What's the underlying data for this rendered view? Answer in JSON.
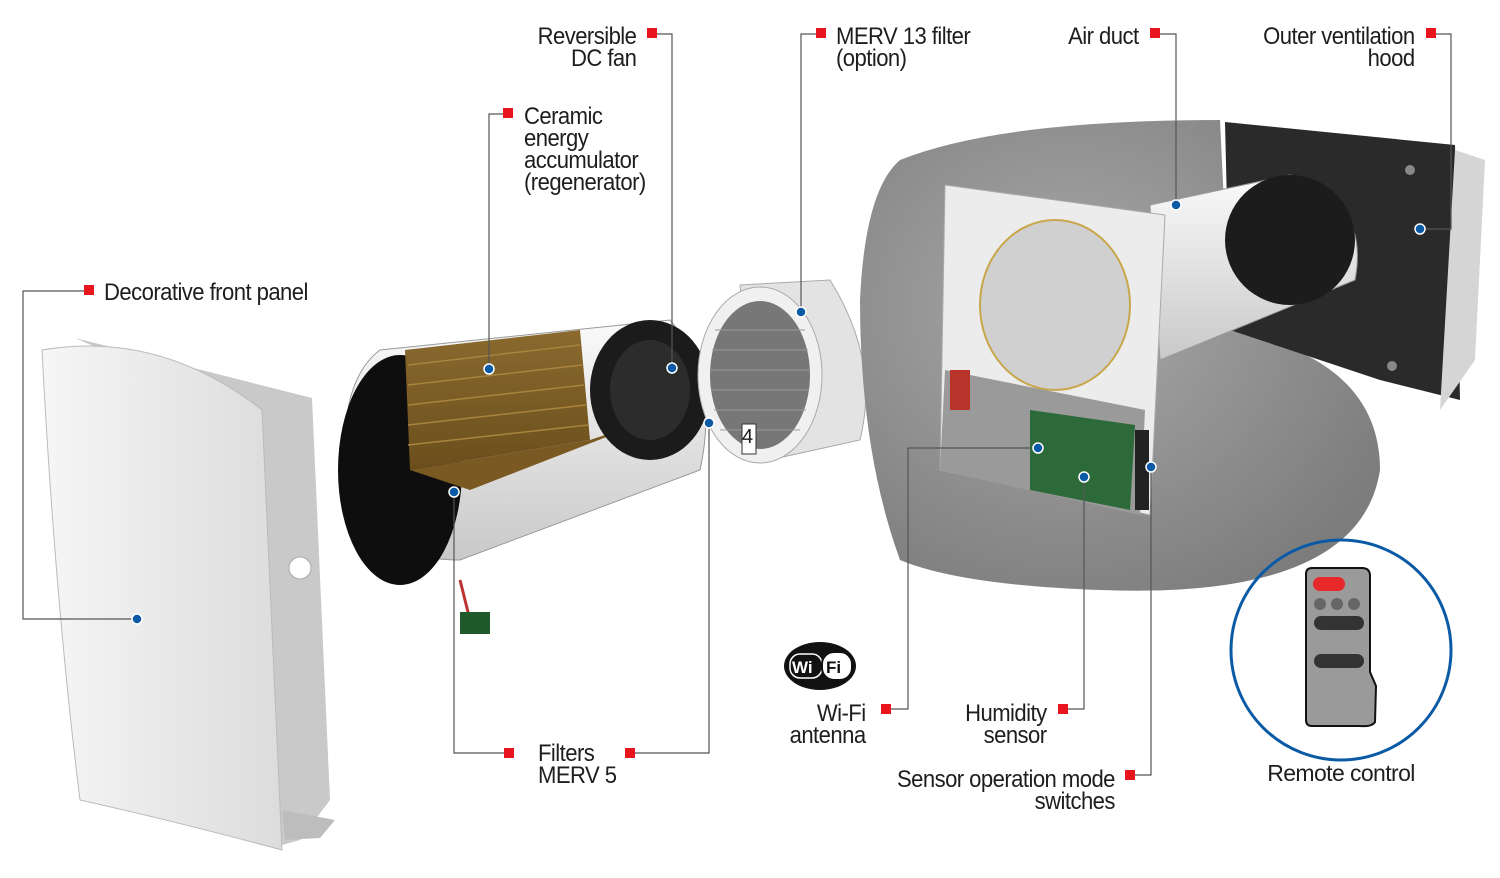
{
  "labels": {
    "front_panel": [
      "Decorative front panel"
    ],
    "ceramic": [
      "Ceramic",
      "energy",
      "accumulator",
      "(regenerator)"
    ],
    "fan": [
      "Reversible",
      "DC fan"
    ],
    "merv13": [
      "MERV 13 filter",
      "(option)"
    ],
    "air_duct": [
      "Air duct"
    ],
    "outer_hood": [
      "Outer ventilation",
      "hood"
    ],
    "filters": [
      "Filters",
      "MERV 5"
    ],
    "wifi": [
      "Wi-Fi",
      "antenna"
    ],
    "humidity": [
      "Humidity",
      "sensor"
    ],
    "switches": [
      "Sensor operation mode",
      "switches"
    ],
    "remote": "Remote control",
    "wifi_logo_left": "Wi",
    "wifi_logo_right": "Fi",
    "filter_tag": "4"
  },
  "colors": {
    "marker": "#e8141e",
    "dot": "#0b5aa6",
    "leader": "#555555",
    "remote_circle": "#0b5aa6"
  }
}
